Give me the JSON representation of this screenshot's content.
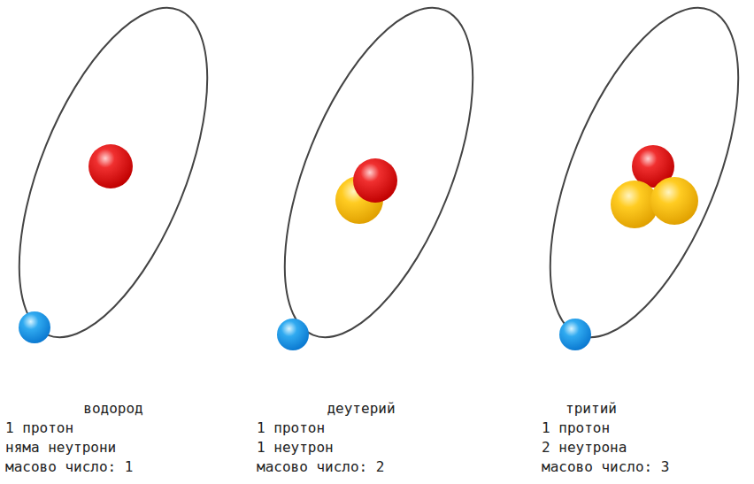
{
  "diagram": {
    "labels": [
      "водород",
      "1 протон",
      "няма неутрони",
      "масово число: 1",
      "деутерий",
      "1 протон",
      "1 неутрон",
      "масово число: 2",
      "тритий",
      "1 протон",
      "2 неутрона",
      "масово число: 3"
    ]
  }
}
